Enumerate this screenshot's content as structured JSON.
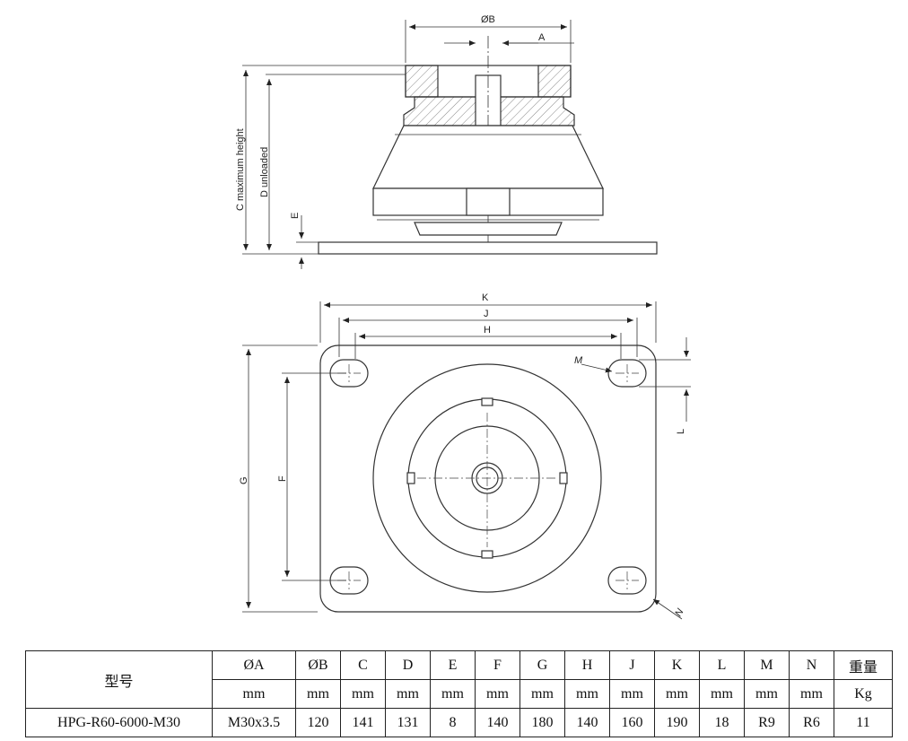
{
  "drawing": {
    "labels": {
      "phi_b": "ØB",
      "a": "A",
      "c_max": "C  maximum height",
      "d_unloaded": "D  unloaded",
      "e": "E",
      "k": "K",
      "j": "J",
      "h": "H",
      "m": "M",
      "l": "L",
      "g": "G",
      "f": "F",
      "n": "N"
    }
  },
  "table": {
    "model_header": "型号",
    "columns": [
      {
        "name": "ØA",
        "unit": "mm"
      },
      {
        "name": "ØB",
        "unit": "mm"
      },
      {
        "name": "C",
        "unit": "mm"
      },
      {
        "name": "D",
        "unit": "mm"
      },
      {
        "name": "E",
        "unit": "mm"
      },
      {
        "name": "F",
        "unit": "mm"
      },
      {
        "name": "G",
        "unit": "mm"
      },
      {
        "name": "H",
        "unit": "mm"
      },
      {
        "name": "J",
        "unit": "mm"
      },
      {
        "name": "K",
        "unit": "mm"
      },
      {
        "name": "L",
        "unit": "mm"
      },
      {
        "name": "M",
        "unit": "mm"
      },
      {
        "name": "N",
        "unit": "mm"
      },
      {
        "name": "重量",
        "unit": "Kg"
      }
    ],
    "row": {
      "model": "HPG-R60-6000-M30",
      "values": [
        "M30x3.5",
        "120",
        "141",
        "131",
        "8",
        "140",
        "180",
        "140",
        "160",
        "190",
        "18",
        "R9",
        "R6",
        "11"
      ]
    }
  }
}
